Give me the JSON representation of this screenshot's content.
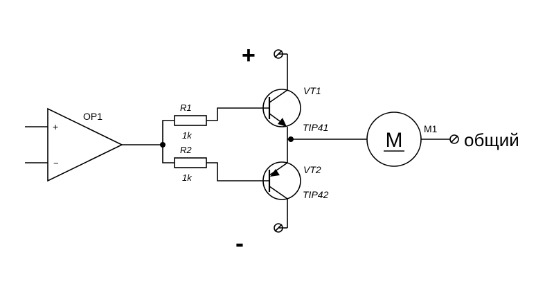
{
  "opamp": {
    "name": "OP1",
    "plus_sign": "+",
    "minus_sign": "−"
  },
  "resistors": [
    {
      "name": "R1",
      "value": "1k"
    },
    {
      "name": "R2",
      "value": "1k"
    }
  ],
  "transistors": [
    {
      "name": "VT1",
      "model": "TIP41"
    },
    {
      "name": "VT2",
      "model": "TIP42"
    }
  ],
  "motor": {
    "name": "M1",
    "symbol": "M"
  },
  "supply": {
    "positive": "+",
    "negative": "-"
  },
  "ground_label": "общий"
}
